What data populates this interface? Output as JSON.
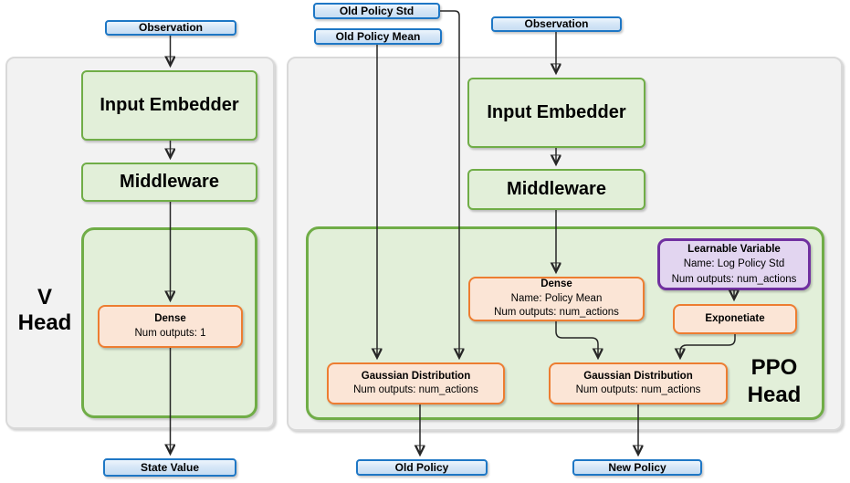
{
  "diagram": {
    "v_head": {
      "observation_label": "Observation",
      "input_embedder_label": "Input Embedder",
      "middleware_label": "Middleware",
      "dense": {
        "title": "Dense",
        "line2": "Num outputs: 1"
      },
      "head_label": {
        "line1": "V",
        "line2": "Head"
      },
      "state_value_label": "State Value"
    },
    "ppo_head": {
      "old_policy_std_label": "Old Policy Std",
      "old_policy_mean_label": "Old Policy Mean",
      "observation_label": "Observation",
      "input_embedder_label": "Input Embedder",
      "middleware_label": "Middleware",
      "dense": {
        "title": "Dense",
        "line2": "Name: Policy Mean",
        "line3": "Num outputs: num_actions"
      },
      "learnable_variable": {
        "title": "Learnable Variable",
        "line2": "Name: Log Policy Std",
        "line3": "Num outputs: num_actions"
      },
      "exponentiate_label": "Exponetiate",
      "gaussian_old": {
        "title": "Gaussian Distribution",
        "line2": "Num outputs: num_actions"
      },
      "gaussian_new": {
        "title": "Gaussian Distribution",
        "line2": "Num outputs: num_actions"
      },
      "head_label": {
        "line1": "PPO",
        "line2": "Head"
      },
      "old_policy_label": "Old Policy",
      "new_policy_label": "New Policy"
    },
    "colors": {
      "blue_border": "#1e77c5",
      "blue_fill": "#d7e7f7",
      "green_border": "#70ad47",
      "green_fill": "#e2efd9",
      "orange_border": "#ed7d31",
      "orange_fill": "#fbe5d6",
      "purple_border": "#7030a0",
      "purple_fill": "#e2d5f0",
      "container_fill": "#f2f2f2",
      "container_border": "#d9d9d9",
      "arrow": "#262626"
    }
  }
}
